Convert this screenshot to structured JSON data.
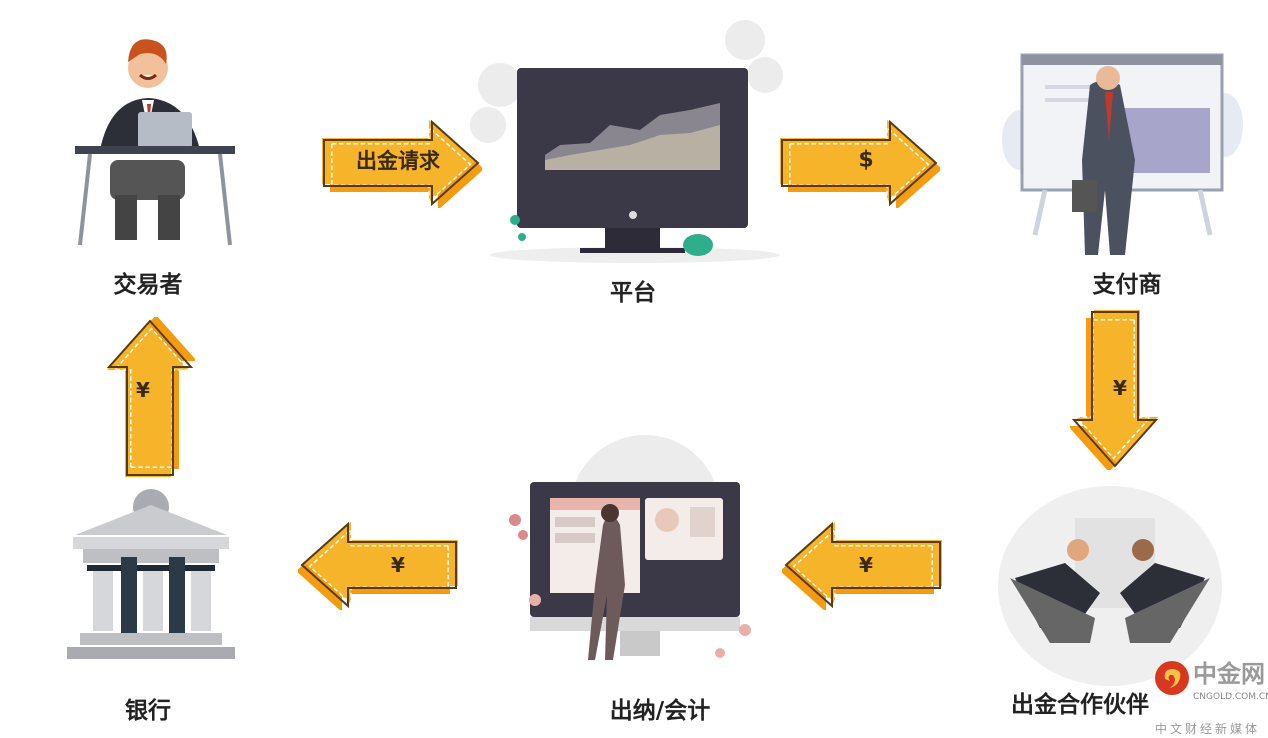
{
  "nodes": {
    "trader": "交易者",
    "platform": "平台",
    "payment_provider": "支付商",
    "partner": "出金合作伙伴",
    "cashier": "出纳/会计",
    "bank": "银行"
  },
  "arrows": {
    "trader_to_platform": "出金请求",
    "platform_to_provider": "$",
    "provider_to_partner": "¥",
    "partner_to_cashier": "¥",
    "cashier_to_bank": "¥",
    "bank_to_trader": "¥"
  },
  "watermark": {
    "brand": "中金网",
    "domain": "CNGOLD.COM.CN",
    "slogan": "中文财经新媒体"
  },
  "colors": {
    "arrow_fill": "#f6b42a",
    "arrow_shadow": "#f39c12",
    "arrow_outline": "#5a3a12",
    "screen": "#3b3848"
  }
}
